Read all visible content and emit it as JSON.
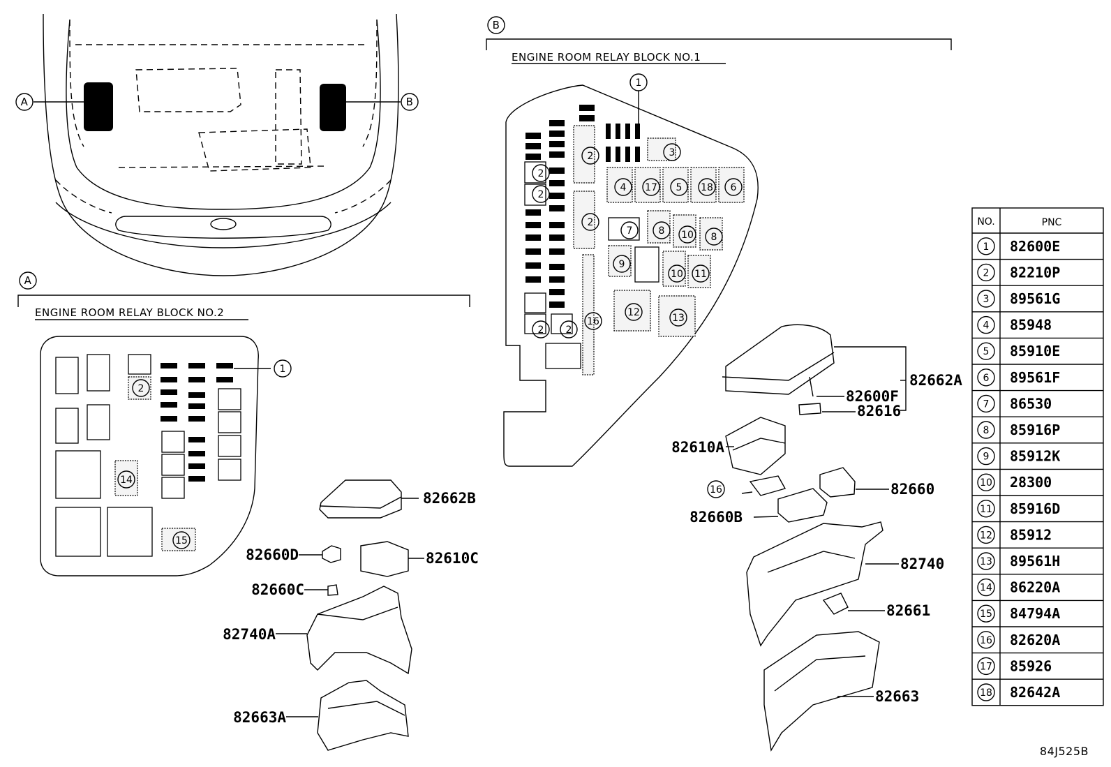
{
  "view_labels": {
    "a": "A",
    "b": "B"
  },
  "block_b": {
    "label": "B",
    "title": "ENGINE ROOM RELAY BLOCK NO.1",
    "parts": [
      "82662A",
      "82600F",
      "82616",
      "82610A",
      "82660",
      "82660B",
      "82740",
      "82661",
      "82663"
    ]
  },
  "block_a": {
    "label": "A",
    "title": "ENGINE ROOM RELAY BLOCK NO.2",
    "parts": [
      "82662B",
      "82660D",
      "82610C",
      "82660C",
      "82740A",
      "82663A"
    ]
  },
  "callouts": [
    "1",
    "2",
    "3",
    "4",
    "5",
    "6",
    "7",
    "8",
    "9",
    "10",
    "11",
    "12",
    "13",
    "14",
    "15",
    "16",
    "17",
    "18"
  ],
  "table": {
    "headers": [
      "NO.",
      "PNC"
    ],
    "rows": [
      {
        "no": "1",
        "pnc": "82600E"
      },
      {
        "no": "2",
        "pnc": "82210P"
      },
      {
        "no": "3",
        "pnc": "89561G"
      },
      {
        "no": "4",
        "pnc": "85948"
      },
      {
        "no": "5",
        "pnc": "85910E"
      },
      {
        "no": "6",
        "pnc": "89561F"
      },
      {
        "no": "7",
        "pnc": "86530"
      },
      {
        "no": "8",
        "pnc": "85916P"
      },
      {
        "no": "9",
        "pnc": "85912K"
      },
      {
        "no": "10",
        "pnc": "28300"
      },
      {
        "no": "11",
        "pnc": "85916D"
      },
      {
        "no": "12",
        "pnc": "85912"
      },
      {
        "no": "13",
        "pnc": "89561H"
      },
      {
        "no": "14",
        "pnc": "86220A"
      },
      {
        "no": "15",
        "pnc": "84794A"
      },
      {
        "no": "16",
        "pnc": "82620A"
      },
      {
        "no": "17",
        "pnc": "85926"
      },
      {
        "no": "18",
        "pnc": "82642A"
      }
    ]
  },
  "drawing_id": "84J525B"
}
